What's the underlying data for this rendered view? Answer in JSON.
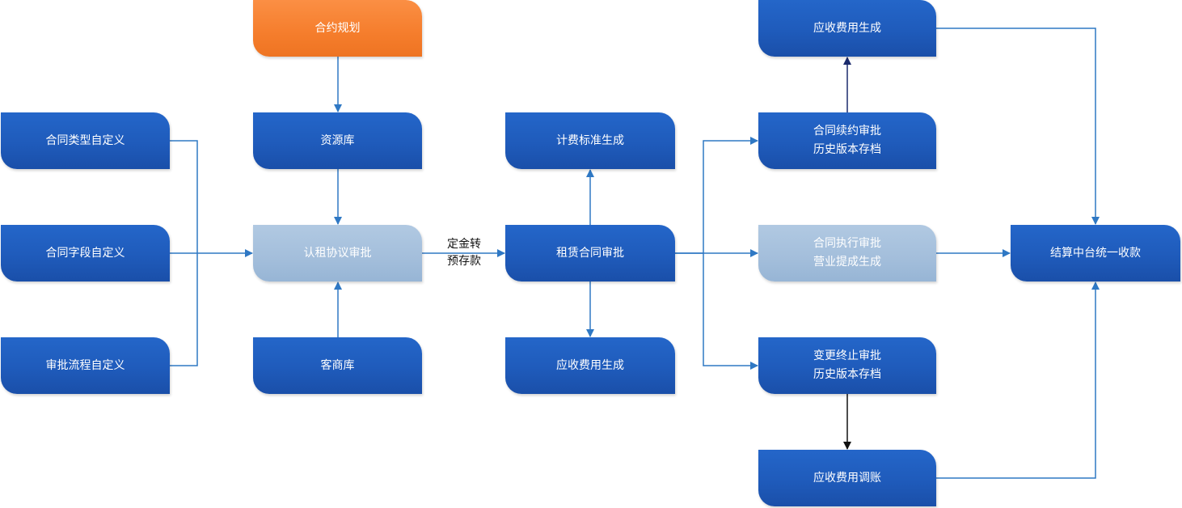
{
  "nodes": {
    "contract_type": "合同类型自定义",
    "contract_field": "合同字段自定义",
    "approval_flow": "审批流程自定义",
    "contract_planning": "合约规划",
    "resource_library": "资源库",
    "subscription_approval": "认租协议审批",
    "customer_library": "客商库",
    "billing_standard": "计费标准生成",
    "lease_approval": "租赁合同审批",
    "receivable_mid": "应收费用生成",
    "receivable_top": "应收费用生成",
    "renewal_approval": "合同续约审批\n历史版本存档",
    "execution_approval": "合同执行审批\n营业提成生成",
    "change_termination": "变更终止审批\n历史版本存档",
    "receivable_adjust": "应收费用调账",
    "settlement": "结算中台统一收款"
  },
  "edge_labels": {
    "deposit_transfer": "定金转\n预存款"
  },
  "colors": {
    "node_blue": "#1f5bbb",
    "node_orange": "#f57d2c",
    "node_light": "#a3bedb",
    "connector": "#2f78c4",
    "connector_dark": "#1a2a6c",
    "connector_black": "#111111"
  }
}
